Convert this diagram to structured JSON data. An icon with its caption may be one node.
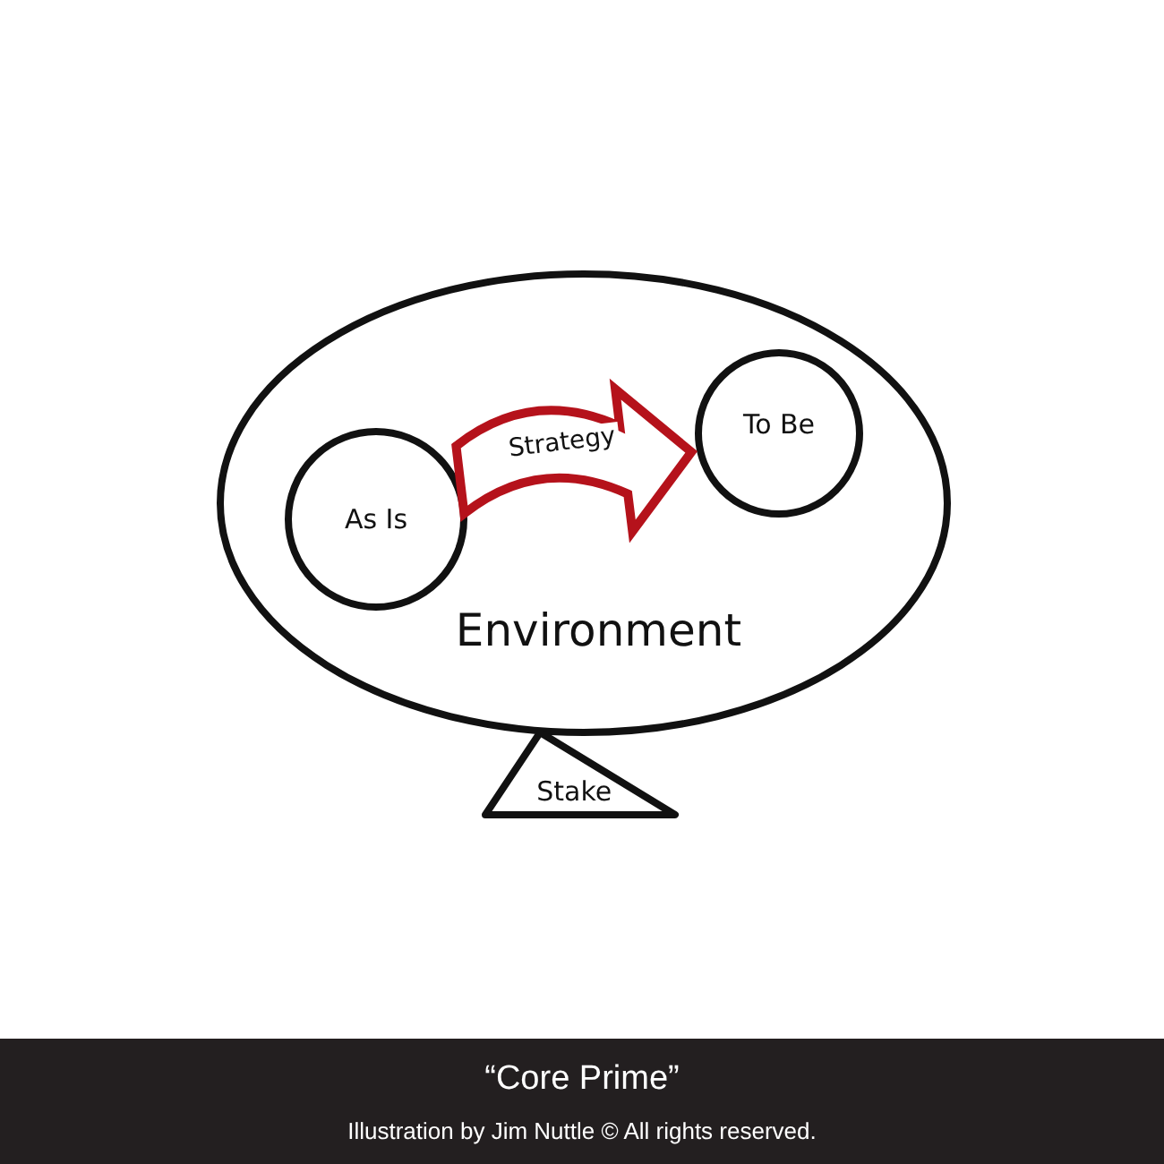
{
  "diagram": {
    "caption": "“Core Prime”",
    "nodes": [
      {
        "text": [
          "Environment"
        ]
      },
      {
        "text": [
          "As Is"
        ],
        "in": 0
      },
      {
        "text": [
          "To Be"
        ],
        "in": 0
      },
      {
        "text": [
          "Stake"
        ]
      }
    ],
    "edges": [
      {
        "from": 1,
        "to": 2,
        "arrow": "to",
        "label": "Strategy",
        "color": "#b5121b",
        "style": "thick"
      }
    ],
    "labels": [
      "Illustration by Jim Nuttle © All rights reserved."
    ]
  }
}
